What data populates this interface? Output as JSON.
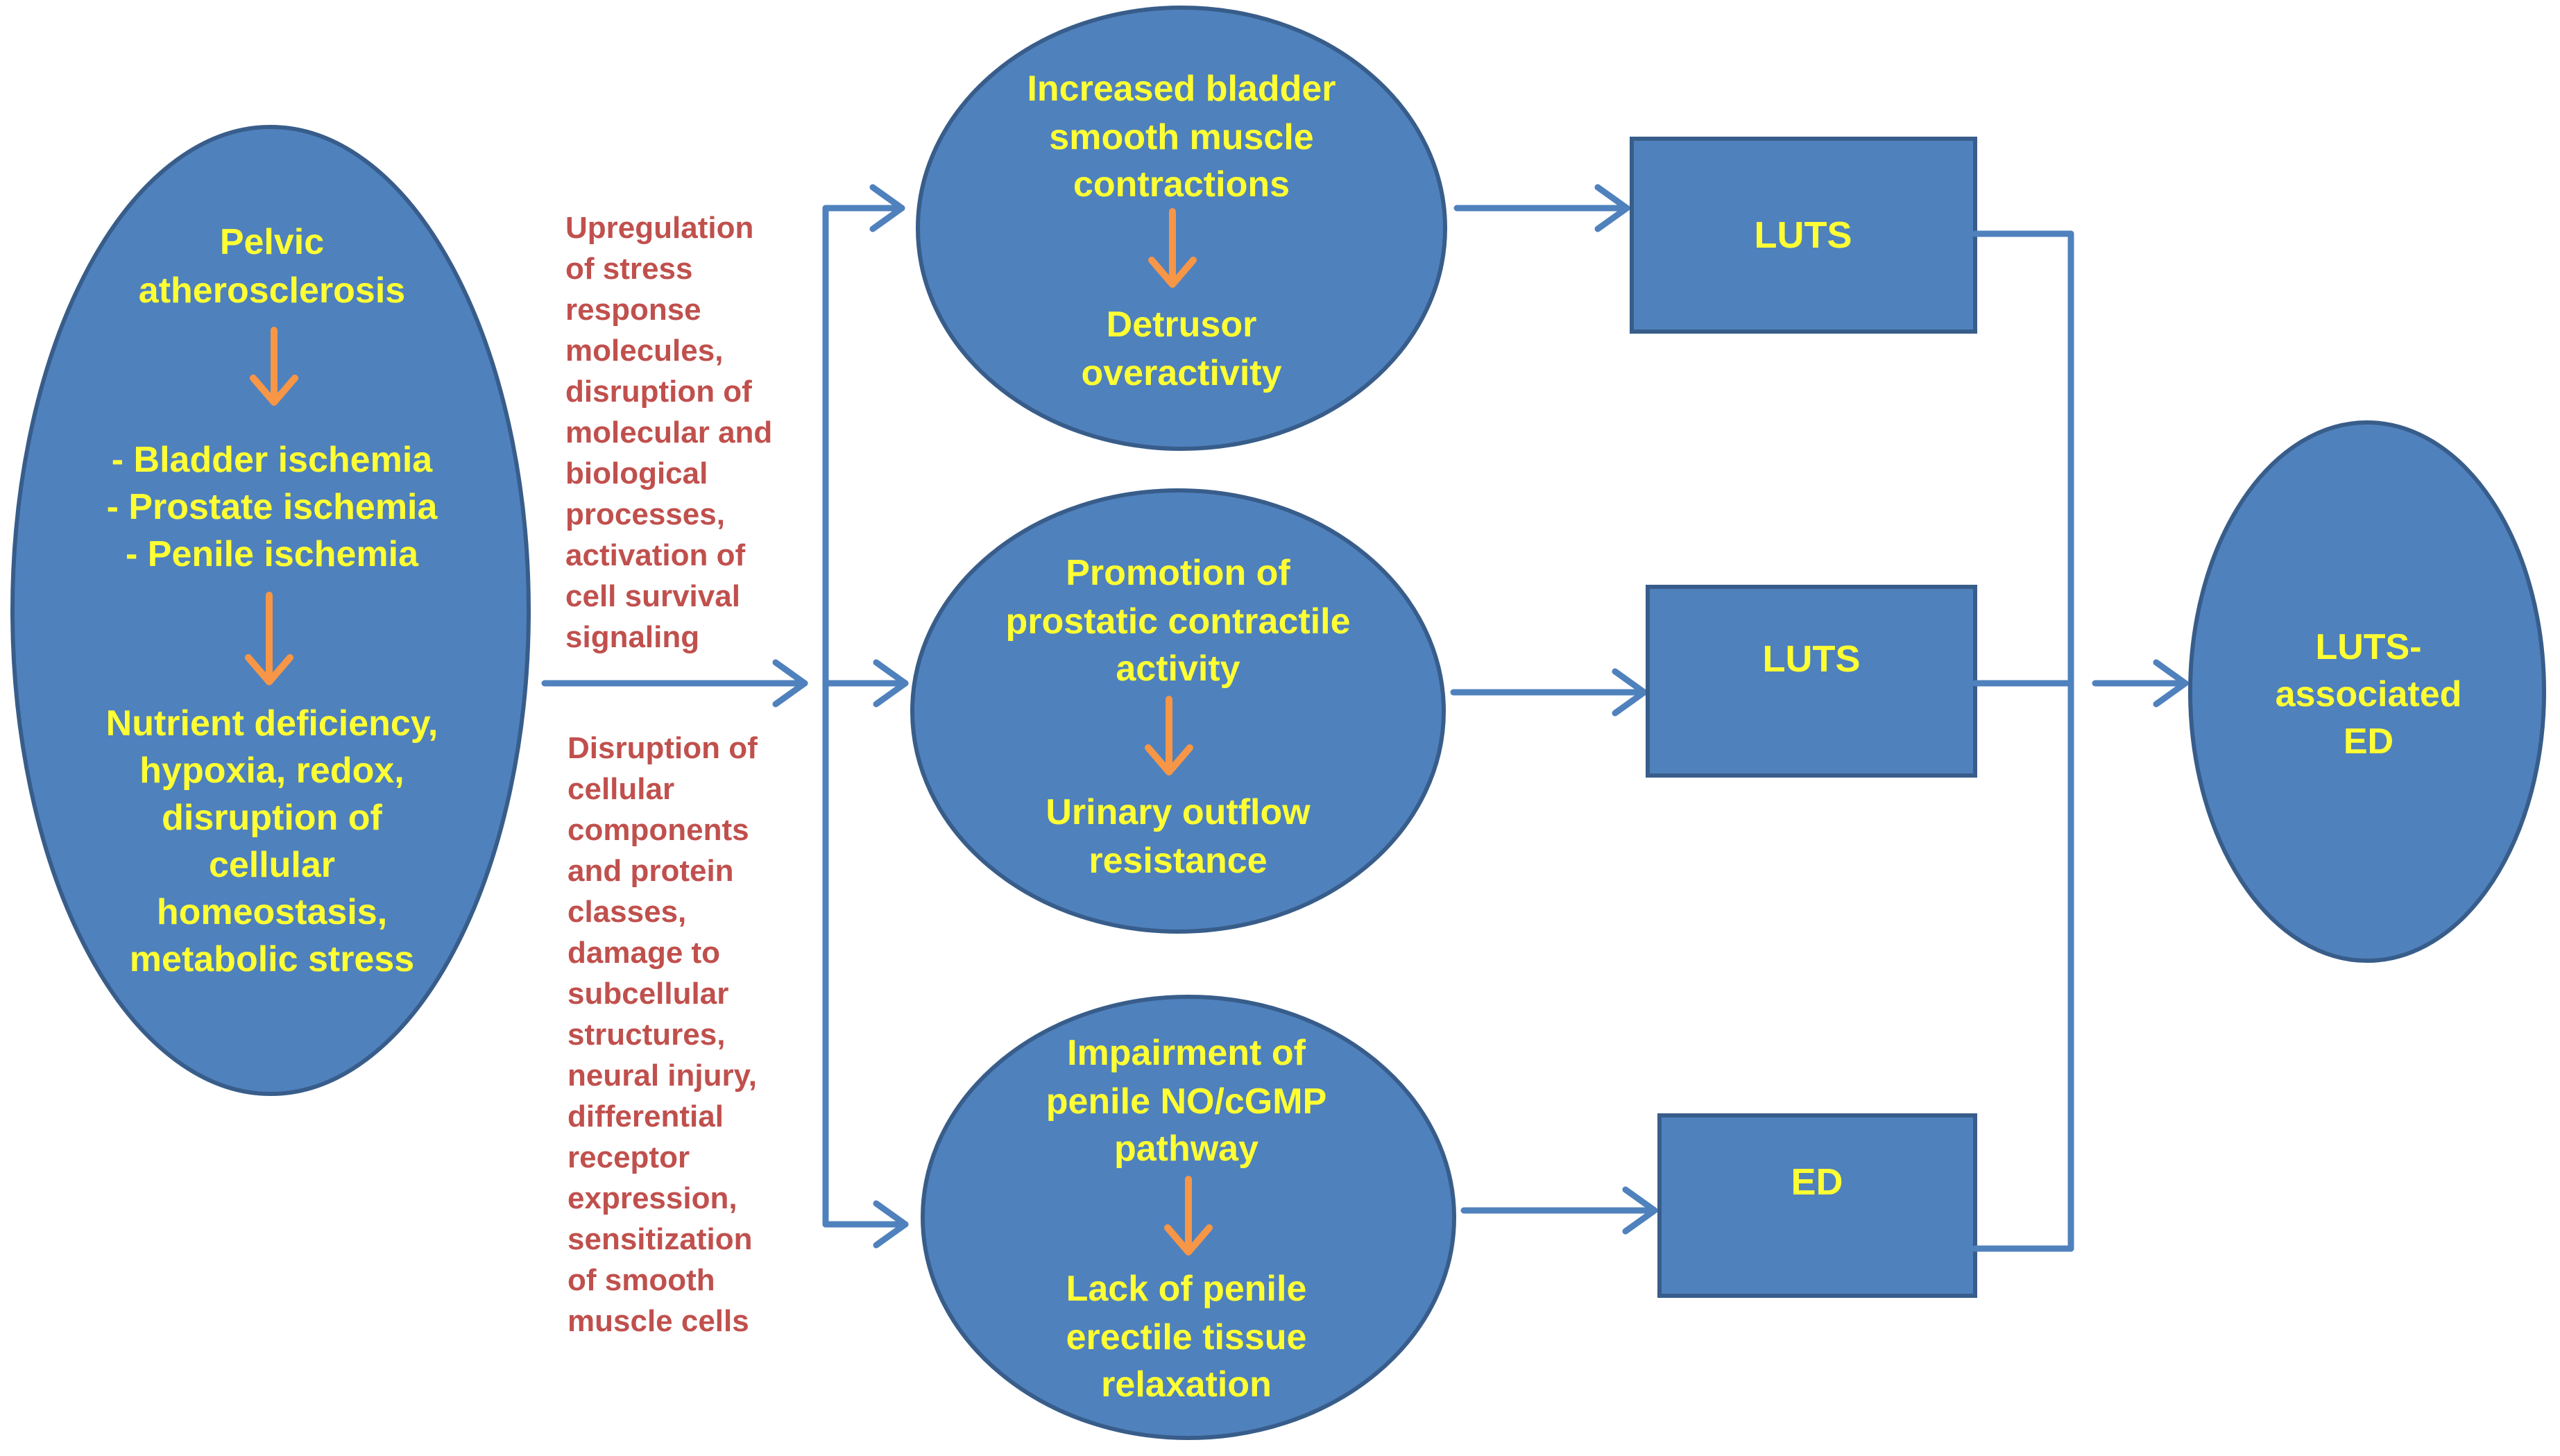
{
  "colors": {
    "shape_fill": "#4F81BD",
    "shape_stroke": "#385D8A",
    "node_text": "#FFFF33",
    "annotation_text": "#C0504D",
    "flow_arrow": "#F79646",
    "connector": "#4F81BD",
    "background": "#FFFFFF"
  },
  "left_node": {
    "title_lines": [
      "Pelvic",
      "atherosclerosis"
    ],
    "ischemia_lines": [
      "- Bladder ischemia",
      "- Prostate ischemia",
      "- Penile ischemia"
    ],
    "effects_lines": [
      "Nutrient deficiency,",
      "hypoxia, redox,",
      "disruption of",
      "cellular",
      "homeostasis,",
      "metabolic stress"
    ]
  },
  "annotations": {
    "upper_lines": [
      "Upregulation",
      "of stress",
      "response",
      "molecules,",
      "disruption of",
      "molecular and",
      "biological",
      "processes,",
      "activation of",
      "cell survival",
      "signaling"
    ],
    "lower_lines": [
      "Disruption of",
      "cellular",
      "components",
      "and protein",
      "classes,",
      "damage to",
      "subcellular",
      "structures,",
      "neural injury,",
      "differential",
      "receptor",
      "expression,",
      "sensitization",
      "of smooth",
      "muscle cells"
    ]
  },
  "middle_nodes": [
    {
      "top_lines": [
        "Increased bladder",
        "smooth muscle",
        "contractions"
      ],
      "bottom_lines": [
        "Detrusor",
        "overactivity"
      ]
    },
    {
      "top_lines": [
        "Promotion of",
        "prostatic contractile",
        "activity"
      ],
      "bottom_lines": [
        "Urinary outflow",
        "resistance"
      ]
    },
    {
      "top_lines": [
        "Impairment of",
        "penile NO/cGMP",
        "pathway"
      ],
      "bottom_lines": [
        "Lack of penile",
        "erectile tissue",
        "relaxation"
      ]
    }
  ],
  "outcome_boxes": [
    "LUTS",
    "LUTS",
    "ED"
  ],
  "final_node": {
    "lines": [
      "LUTS-",
      "associated",
      "ED"
    ]
  }
}
